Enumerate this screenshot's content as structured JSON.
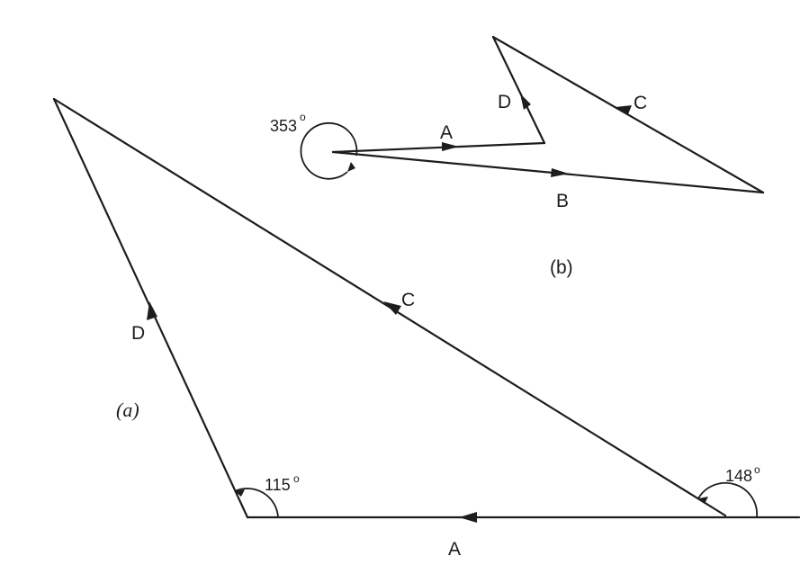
{
  "diagram_a": {
    "caption": "(a)",
    "labels": {
      "A": "A",
      "C": "C",
      "D": "D"
    },
    "angles": [
      {
        "value": "115",
        "unit": "o"
      },
      {
        "value": "148",
        "unit": "o"
      }
    ]
  },
  "diagram_b": {
    "caption": "(b)",
    "labels": {
      "A": "A",
      "B": "B",
      "C": "C",
      "D": "D"
    },
    "angles": [
      {
        "value": "353",
        "unit": "o"
      }
    ]
  }
}
